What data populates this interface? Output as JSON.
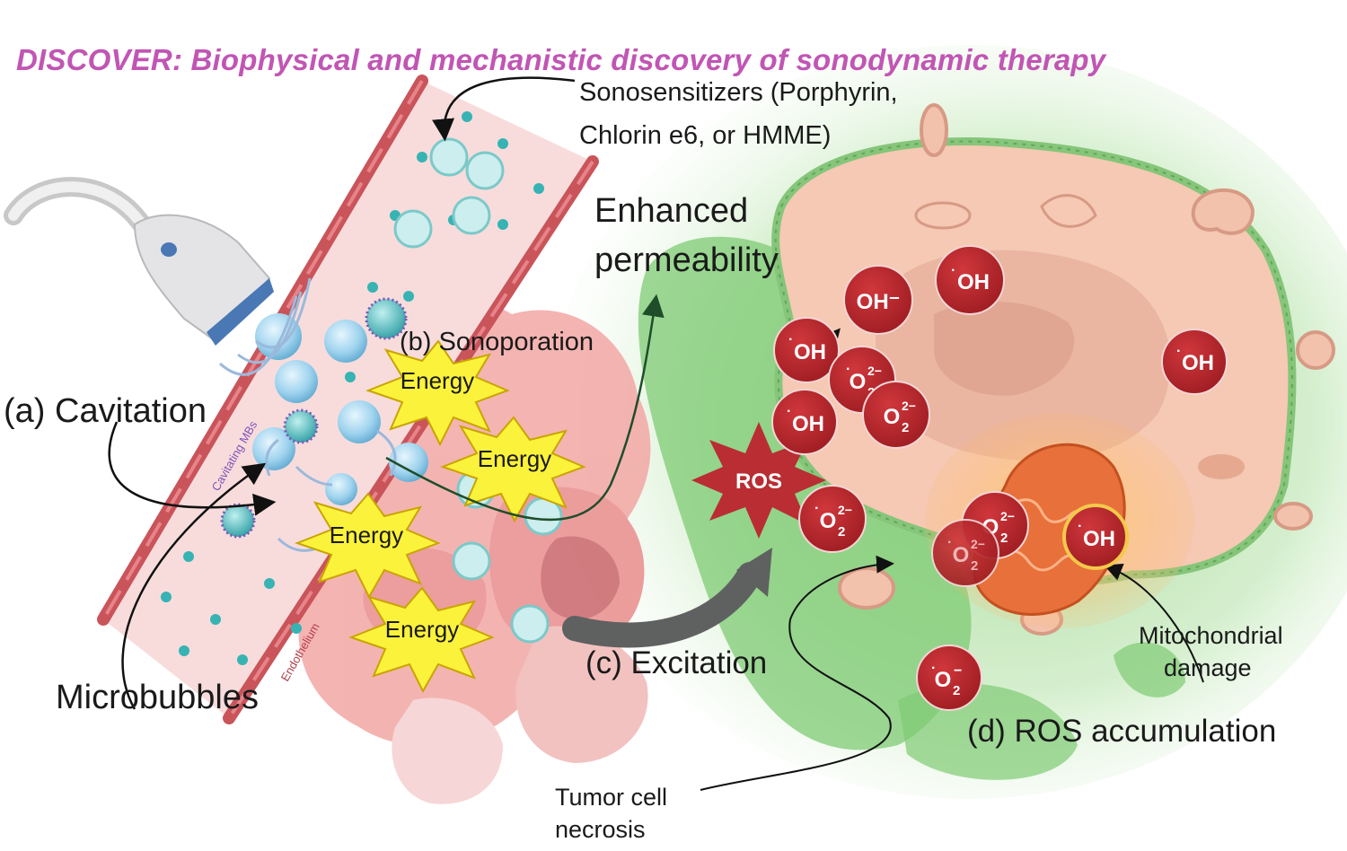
{
  "title": "DISCOVER: Biophysical and mechanistic discovery of sonodynamic therapy",
  "labels": {
    "sonosensitizers_line1": "Sonosensitizers (Porphyrin,",
    "sonosensitizers_line2": "Chlorin e6, or HMME)",
    "enhanced": "Enhanced",
    "permeability": "permeability",
    "sonoporation": "(b) Sonoporation",
    "cavitation": "(a) Cavitation",
    "microbubbles": "Microbubbles",
    "excitation": "(c) Excitation",
    "ros_accumulation": "(d) ROS accumulation",
    "mito_line1": "Mitochondrial",
    "mito_line2": "damage",
    "necrosis_line1": "Tumor cell",
    "necrosis_line2": "necrosis",
    "cavitating_mbs": "Cavitating MBs",
    "endothelium": "Endothelium"
  },
  "energy_label": "Energy",
  "ros_burst_label": "ROS",
  "molecules": {
    "hydroxide": "OH⁻",
    "hydroxyl_dot": "·",
    "hydroxyl": "OH",
    "peroxide_base": "O",
    "peroxide_sub": "2",
    "peroxide_sup": "2−",
    "superoxide_sup": "−"
  },
  "colors": {
    "title": "#c155b4",
    "vessel_wall": "#c9545a",
    "vessel_fill": "#f8dcdc",
    "cell_fill": "#f5c9b3",
    "green_halo": "#7fcb74",
    "molecule_red": "#b8262c",
    "energy_yellow": "#fbf23c",
    "ros_burst": "#b92d33",
    "mitochondria": "#e8703a",
    "bubble_blue": "#9fd3ee",
    "sonosensitizer_teal": "#58c7c9"
  },
  "icons": [
    "ultrasound-probe-icon",
    "microbubble-icon",
    "sonosensitizer-icon",
    "mitochondria-icon",
    "ros-burst-icon"
  ]
}
